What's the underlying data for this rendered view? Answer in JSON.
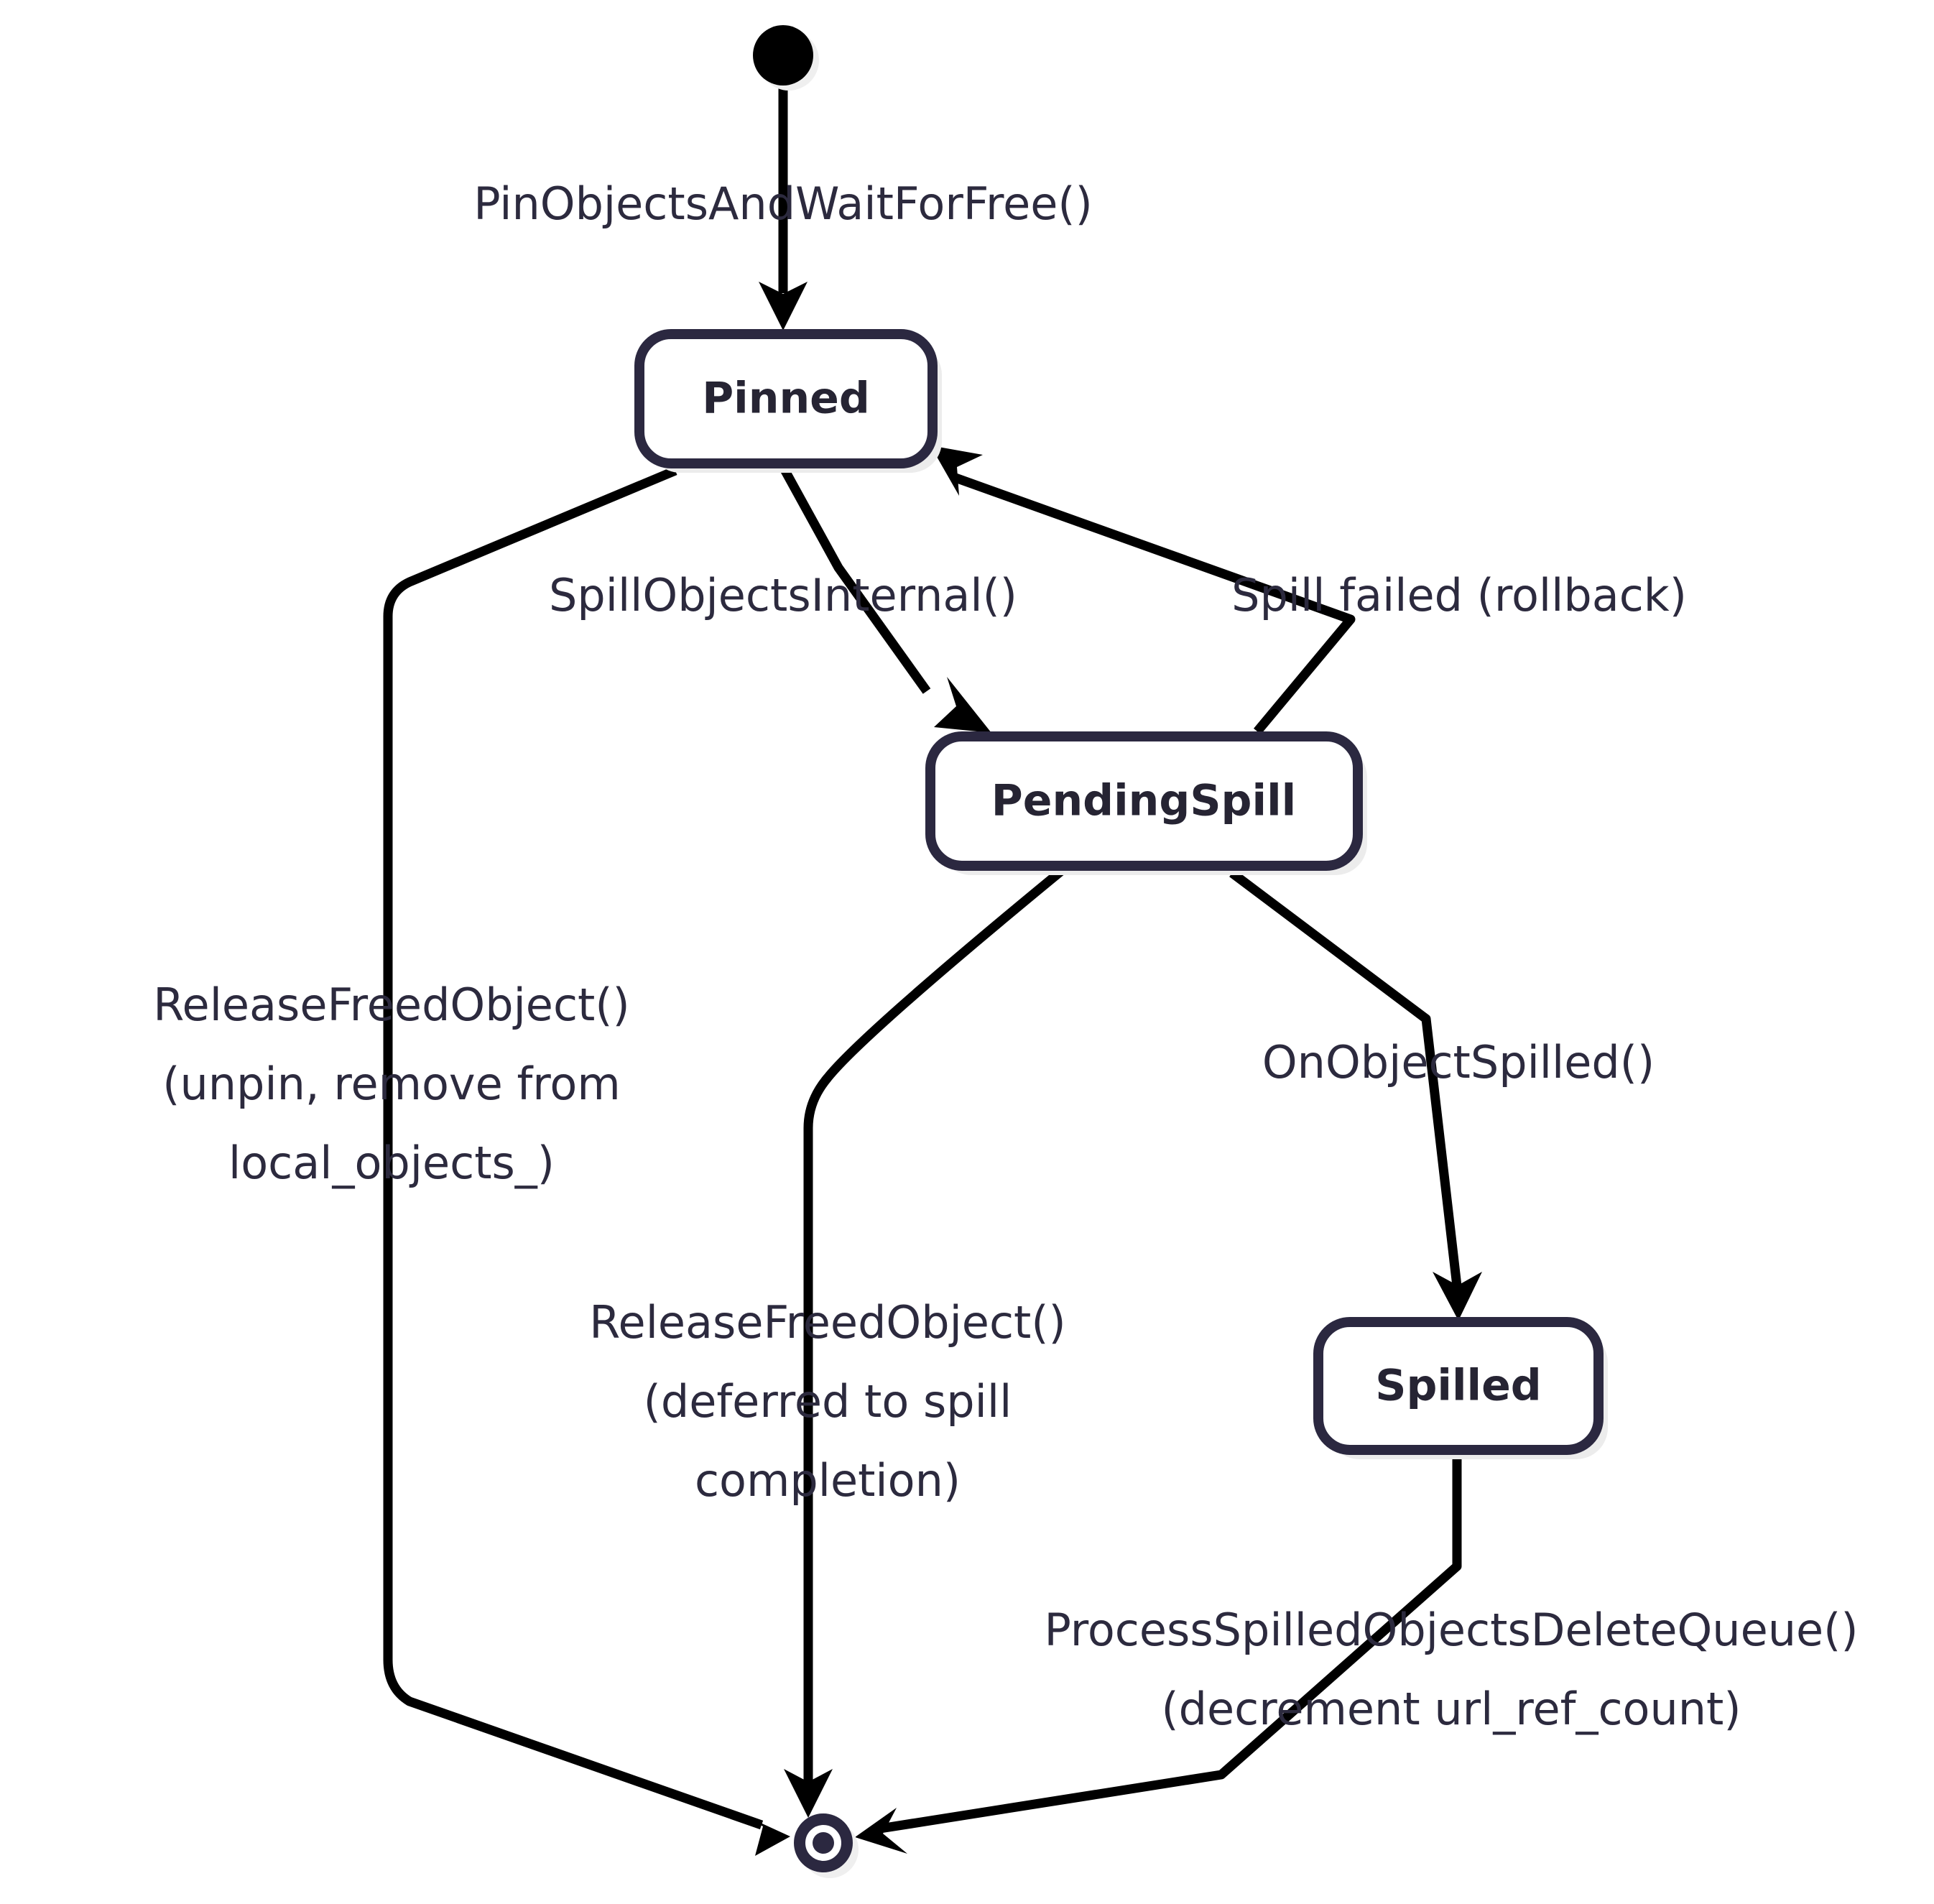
{
  "diagram": {
    "kind": "state-diagram",
    "title": "",
    "colors": {
      "background": "#ffffff",
      "node_border": "#2b2840",
      "node_fill": "#ffffff",
      "node_shadow": "#ececec",
      "edge_stroke": "#000000",
      "label_text": "#2c2a3e"
    },
    "nodes": [
      {
        "id": "start",
        "type": "initial",
        "label": ""
      },
      {
        "id": "pinned",
        "type": "state",
        "label": "Pinned"
      },
      {
        "id": "pendingspill",
        "type": "state",
        "label": "PendingSpill"
      },
      {
        "id": "spilled",
        "type": "state",
        "label": "Spilled"
      },
      {
        "id": "end",
        "type": "final",
        "label": ""
      }
    ],
    "edges": [
      {
        "id": "start-to-pinned",
        "from": "start",
        "to": "pinned",
        "label_lines": [
          "PinObjectsAndWaitForFree()"
        ]
      },
      {
        "id": "pinned-to-pendingspill",
        "from": "pinned",
        "to": "pendingspill",
        "label_lines": [
          "SpillObjectsInternal()"
        ]
      },
      {
        "id": "pendingspill-to-pinned",
        "from": "pendingspill",
        "to": "pinned",
        "label_lines": [
          "Spill failed (rollback)"
        ]
      },
      {
        "id": "pinned-to-end",
        "from": "pinned",
        "to": "end",
        "label_lines": [
          "ReleaseFreedObject()",
          "(unpin, remove from",
          "local_objects_)"
        ]
      },
      {
        "id": "pendingspill-to-end",
        "from": "pendingspill",
        "to": "end",
        "label_lines": [
          "ReleaseFreedObject()",
          "(deferred to spill",
          "completion)"
        ]
      },
      {
        "id": "pendingspill-to-spilled",
        "from": "pendingspill",
        "to": "spilled",
        "label_lines": [
          "OnObjectSpilled()"
        ]
      },
      {
        "id": "spilled-to-end",
        "from": "spilled",
        "to": "end",
        "label_lines": [
          "ProcessSpilledObjectsDeleteQueue()",
          "(decrement url_ref_count)"
        ]
      }
    ]
  }
}
